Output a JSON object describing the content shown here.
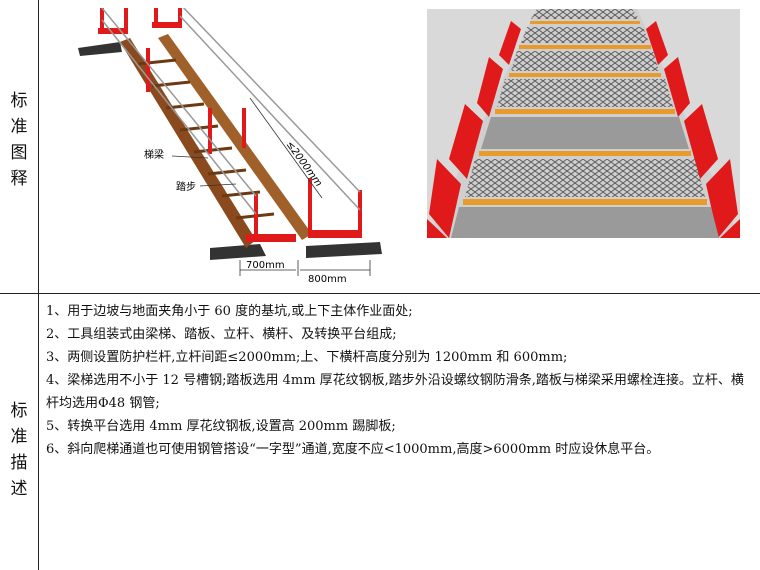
{
  "sections": {
    "illustration_label": [
      "标",
      "准",
      "图",
      "释"
    ],
    "description_label": [
      "标",
      "准",
      "描",
      "述"
    ]
  },
  "diagram": {
    "beam_label": "梯梁",
    "step_label": "踏步",
    "spacing_label": "≤2000mm",
    "width_left": "700mm",
    "width_right": "800mm"
  },
  "description": {
    "items": [
      "1、用于边坡与地面夹角小于 60 度的基坑,或上下主体作业面处;",
      "2、工具组装式由梁梯、踏板、立杆、横杆、及转换平台组成;",
      "3、两侧设置防护栏杆,立杆间距≤2000mm;上、下横杆高度分别为 1200mm 和 600mm;",
      "4、梁梯选用不小于 12 号槽钢;踏板选用 4mm 厚花纹钢板,踏步外沿设螺纹钢防滑条,踏板与梯梁采用螺栓连接。立杆、横杆均选用Φ48 钢管;",
      "5、转换平台选用 4mm 厚花纹钢板,设置高 200mm 踢脚板;",
      "6、斜向爬梯通道也可使用钢管搭设“一字型”通道,宽度不应<1000mm,高度>6000mm 时应设休息平台。"
    ]
  },
  "colors": {
    "beam": "#8B4A1E",
    "guard_red": "#E01A1A",
    "step_orange": "#E89A2A",
    "platform_grey": "#9a9a9a"
  }
}
